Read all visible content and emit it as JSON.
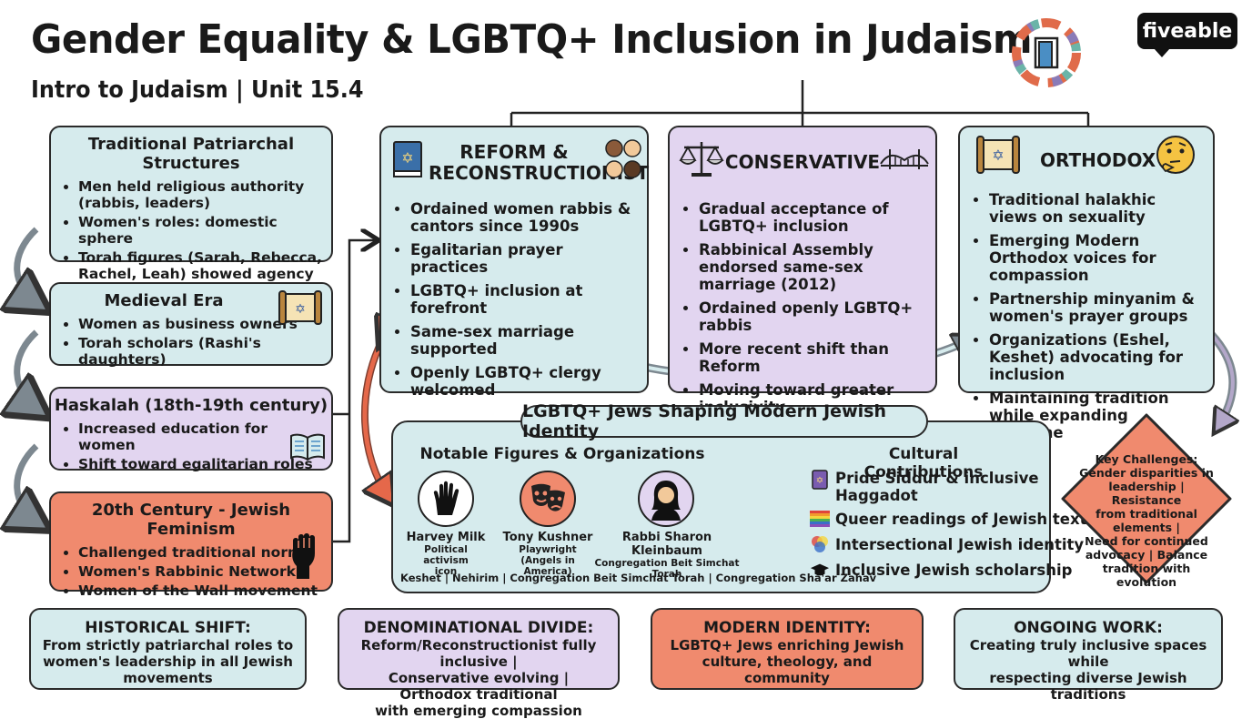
{
  "header": {
    "title": "Gender Equality & LGBTQ+ Inclusion in Judaism",
    "subtitle": "Intro to Judaism | Unit 15.4",
    "logo": "fiveable"
  },
  "timeline": [
    {
      "title": "Traditional Patriarchal Structures",
      "items": [
        "Men held religious authority (rabbis, leaders)",
        "Women's roles: domestic sphere",
        "Torah figures (Sarah, Rebecca, Rachel, Leah) showed agency"
      ]
    },
    {
      "title": "Medieval Era",
      "icon": "torah-scroll-icon",
      "items": [
        "Women as business owners",
        "Torah scholars (Rashi's daughters)"
      ]
    },
    {
      "title": "Haskalah (18th-19th century)",
      "icon": "open-book-icon",
      "items": [
        "Increased education for women",
        "Shift toward egalitarian roles"
      ]
    },
    {
      "title": "20th Century - Jewish Feminism",
      "icon": "raised-fist-icon",
      "items": [
        "Challenged traditional norms",
        "Women's Rabbinic Network",
        "Women of the Wall movement"
      ]
    }
  ],
  "denominations": [
    {
      "title_line1": "REFORM &",
      "title_line2": "RECONSTRUCTIONIST",
      "items": [
        "Ordained women rabbis & cantors since 1990s",
        "Egalitarian prayer practices",
        "LGBTQ+ inclusion at forefront",
        "Same-sex marriage supported",
        "Openly LGBTQ+ clergy welcomed"
      ]
    },
    {
      "title_line1": "CONSERVATIVE",
      "title_line2": "",
      "items": [
        "Gradual acceptance of LGBTQ+ inclusion",
        "Rabbinical Assembly endorsed same-sex marriage (2012)",
        "Ordained openly LGBTQ+ rabbis",
        "More recent shift than Reform",
        "Moving toward greater inclusivity"
      ]
    },
    {
      "title_line1": "ORTHODOX",
      "title_line2": "",
      "items": [
        "Traditional halakhic views on sexuality",
        "Emerging Modern Orthodox voices for compassion",
        "Partnership minyanim & women's prayer groups",
        "Organizations (Eshel, Keshet) advocating for inclusion",
        "Maintaining tradition while expanding welcome"
      ]
    }
  ],
  "lgbtq_section": {
    "title": "LGBTQ+ Jews Shaping Modern Jewish Identity",
    "figures_heading": "Notable Figures & Organizations",
    "figures": [
      {
        "name": "Harvey Milk",
        "sub1": "Political activism",
        "sub2": "icon"
      },
      {
        "name": "Tony Kushner",
        "sub1": "Playwright",
        "sub2": "(Angels in America)"
      },
      {
        "name": "Rabbi Sharon Kleinbaum",
        "sub1": "Congregation Beit Simchat",
        "sub2": "Torah"
      }
    ],
    "organizations": "Keshet | Nehirim | Congregation Beit Simchat Torah | Congregation Sha'ar Zahav",
    "contributions_heading": "Cultural Contributions",
    "contributions": [
      {
        "line1": "Pride Siddur & inclusive",
        "line2": "Haggadot",
        "icon": "siddur-book-icon"
      },
      {
        "line1": "Queer readings of Jewish texts",
        "line2": "",
        "icon": "rainbow-books-icon"
      },
      {
        "line1": "Intersectional Jewish identity",
        "line2": "",
        "icon": "overlapping-circles-icon"
      },
      {
        "line1": "Inclusive Jewish scholarship",
        "line2": "",
        "icon": "graduation-cap-icon"
      }
    ]
  },
  "key_challenges": {
    "heading": "Key Challenges:",
    "lines": [
      "Gender disparities in",
      "leadership | Resistance",
      "from traditional elements |",
      "Need for continued",
      "advocacy | Balance",
      "tradition with",
      "evolution"
    ]
  },
  "summary": [
    {
      "title": "HISTORICAL SHIFT:",
      "lines": [
        "From strictly patriarchal roles to",
        "women's leadership in all Jewish",
        "movements"
      ]
    },
    {
      "title": "DENOMINATIONAL DIVIDE:",
      "lines": [
        "Reform/Reconstructionist fully inclusive |",
        "Conservative evolving | Orthodox traditional",
        "with emerging compassion"
      ]
    },
    {
      "title": "MODERN IDENTITY:",
      "lines": [
        "LGBTQ+ Jews enriching Jewish",
        "culture, theology, and community"
      ]
    },
    {
      "title": "ONGOING WORK:",
      "lines": [
        "Creating truly inclusive spaces while",
        "respecting diverse Jewish traditions"
      ]
    }
  ],
  "colors": {
    "blue": "#d6ebed",
    "purple": "#e2d5f0",
    "orange": "#f08a6e",
    "outline": "#2a2a2a",
    "arrow_gray": "#6f7a80",
    "arrow_purple": "#b3a7c9",
    "arrow_orange": "#e5684a"
  }
}
